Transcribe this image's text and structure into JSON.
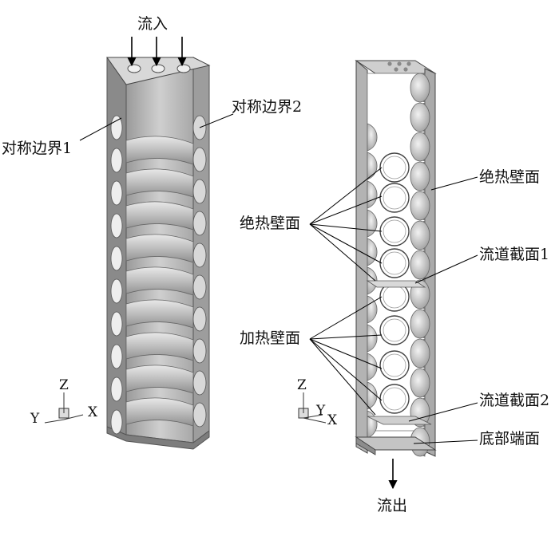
{
  "left_model": {
    "inflow_label": "流入",
    "symmetry_boundary_1": "对称边界1",
    "symmetry_boundary_2": "对称边界2",
    "axes": {
      "z": "Z",
      "y": "Y",
      "x": "X"
    }
  },
  "right_model": {
    "adiabatic_wall_left": "绝热壁面",
    "adiabatic_wall_right": "绝热壁面",
    "heated_wall": "加热壁面",
    "channel_section_1": "流道截面1",
    "channel_section_2": "流道截面2",
    "bottom_end_face": "底部端面",
    "outflow_label": "流出",
    "axes": {
      "z": "Z",
      "y": "Y",
      "x": "X"
    }
  },
  "colors": {
    "body_gray": "#a6a6a6",
    "light_gray": "#d4d4d4",
    "dark_gray": "#777777",
    "line": "#000000"
  }
}
